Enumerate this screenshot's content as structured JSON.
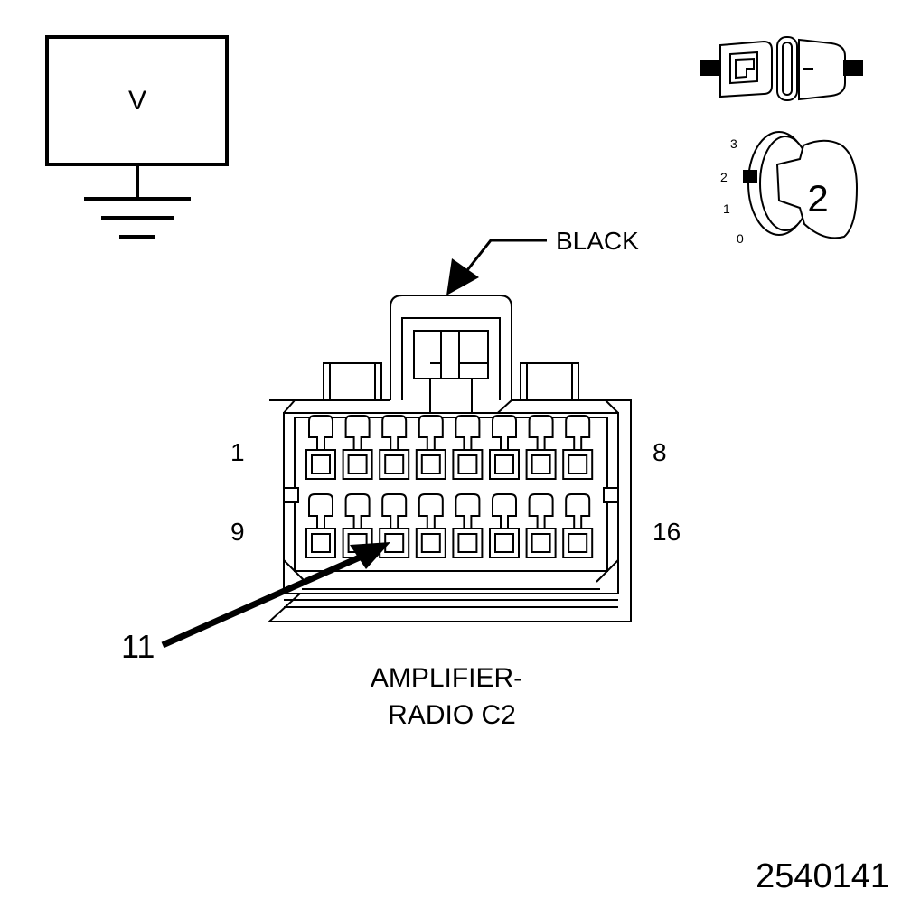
{
  "voltmeter": {
    "symbol": "V"
  },
  "ignition": {
    "positions": [
      "3",
      "2",
      "1",
      "0"
    ],
    "selected_position": "2"
  },
  "connector": {
    "color_label": "BLACK",
    "pin_labels": {
      "top_left": "1",
      "top_right": "8",
      "bottom_left": "9",
      "bottom_right": "16"
    },
    "pins_per_row": 8,
    "rows": 2,
    "highlighted_pin": "11",
    "name_line1": "AMPLIFIER-",
    "name_line2": "RADIO C2"
  },
  "figure_id": "2540141"
}
